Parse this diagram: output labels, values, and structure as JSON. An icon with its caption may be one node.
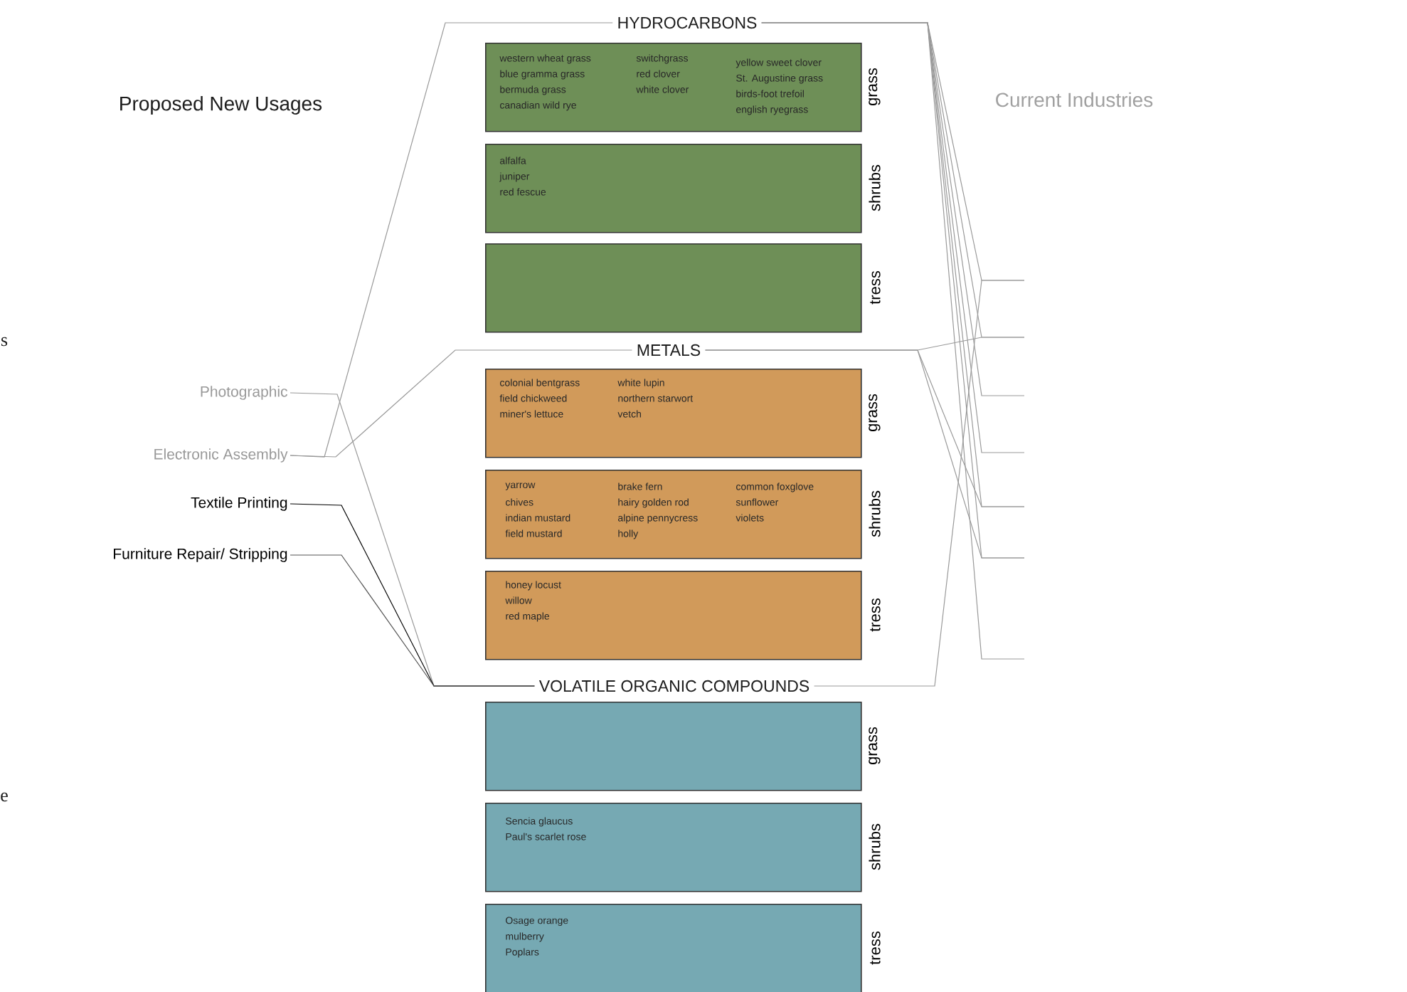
{
  "diagram": {
    "nodes": [
      {
        "text": [
          "HYDROCARBONS"
        ]
      },
      {
        "text": [
          "western wheat grass",
          "blue gramma grass",
          "bermuda grass",
          "canadian wild rye",
          "switchgrass",
          "red clover",
          "white clover",
          "yellow sweet clover",
          "St. Augustine grass",
          "birds-foot trefoil",
          "english ryegrass"
        ],
        "beside": [
          "grass"
        ]
      },
      {
        "text": [
          "alfalfa",
          "juniper",
          "red fescue"
        ],
        "beside": [
          "shrubs"
        ]
      },
      {
        "text": [],
        "shape": "box",
        "beside": [
          "tress"
        ]
      },
      {
        "text": [
          "METALS"
        ]
      },
      {
        "text": [
          "colonial bentgrass",
          "field chickweed",
          "miner's lettuce",
          "white lupin",
          "northern starwort",
          "vetch"
        ],
        "beside": [
          "grass"
        ]
      },
      {
        "text": [
          "yarrow",
          "chives",
          "indian mustard",
          "field mustard",
          "brake fern",
          "hairy golden rod",
          "alpine pennycress",
          "holly",
          "common foxglove",
          "sunflower",
          "violets"
        ],
        "beside": [
          "shrubs"
        ]
      },
      {
        "text": [
          "honey locust",
          "willow",
          "red maple"
        ],
        "beside": [
          "tress"
        ]
      },
      {
        "text": [
          "VOLATILE ORGANIC COMPOUNDS"
        ]
      },
      {
        "text": [],
        "shape": "box",
        "beside": [
          "grass"
        ]
      },
      {
        "text": [
          "Sencia glaucus",
          "Paul's scarlet rose"
        ],
        "beside": [
          "shrubs"
        ]
      },
      {
        "text": [
          "Osage orange",
          "mulberry",
          "Poplars"
        ],
        "beside": [
          "tress"
        ]
      },
      {
        "text": [
          "Photographic"
        ]
      },
      {
        "text": [
          "Electronic Assembly"
        ]
      },
      {
        "text": [
          "Textile Printing"
        ]
      },
      {
        "text": [
          "Furniture Repair/ Stripping"
        ]
      }
    ],
    "edges": [
      {
        "from": 13,
        "to": 0,
        "arrow": "none"
      },
      {
        "from": 13,
        "to": 4,
        "arrow": "none"
      },
      {
        "from": 12,
        "to": 8,
        "arrow": "none"
      },
      {
        "from": 14,
        "to": 8,
        "arrow": "none",
        "color": "#000000"
      },
      {
        "from": 15,
        "to": 8,
        "arrow": "none",
        "color": "#555555"
      },
      {
        "from": 0,
        "to": null,
        "arrow": "none"
      },
      {
        "from": 0,
        "to": null,
        "arrow": "none"
      },
      {
        "from": 0,
        "to": null,
        "arrow": "none"
      },
      {
        "from": 0,
        "to": null,
        "arrow": "none"
      },
      {
        "from": 0,
        "to": null,
        "arrow": "none"
      },
      {
        "from": 0,
        "to": null,
        "arrow": "none"
      },
      {
        "from": 0,
        "to": null,
        "arrow": "none"
      },
      {
        "from": 4,
        "to": null,
        "arrow": "none"
      },
      {
        "from": 4,
        "to": null,
        "arrow": "none"
      },
      {
        "from": 4,
        "to": null,
        "arrow": "none"
      },
      {
        "from": 8,
        "to": null,
        "arrow": "none"
      }
    ],
    "labels": [
      "Proposed New Usages",
      "Current Industries",
      "s",
      "e"
    ]
  }
}
